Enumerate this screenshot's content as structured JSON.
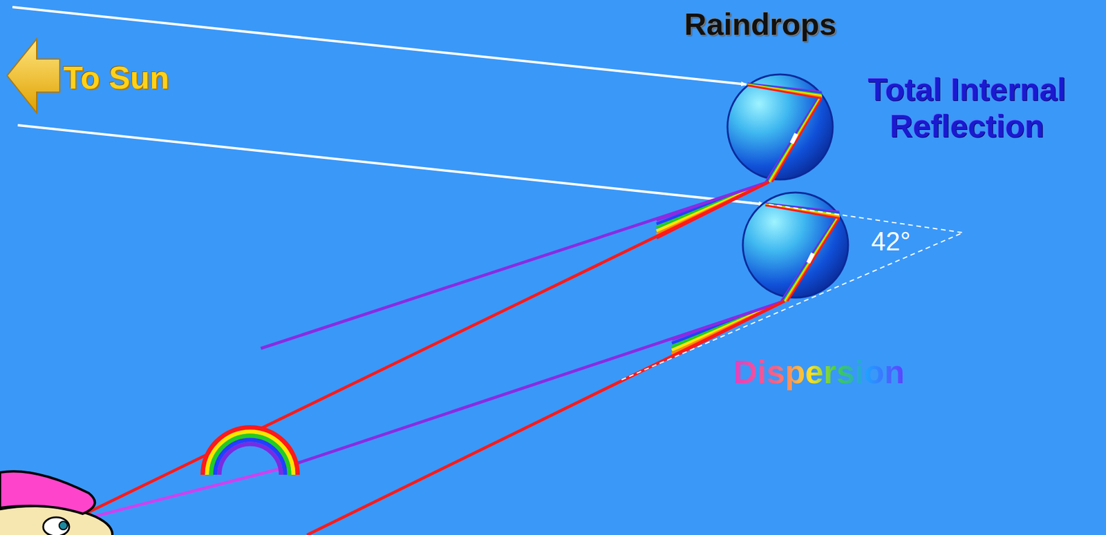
{
  "diagram": {
    "labels": [
      "To Sun",
      "Raindrops",
      "Total Internal Reflection",
      "42°",
      "Dispersion"
    ]
  }
}
